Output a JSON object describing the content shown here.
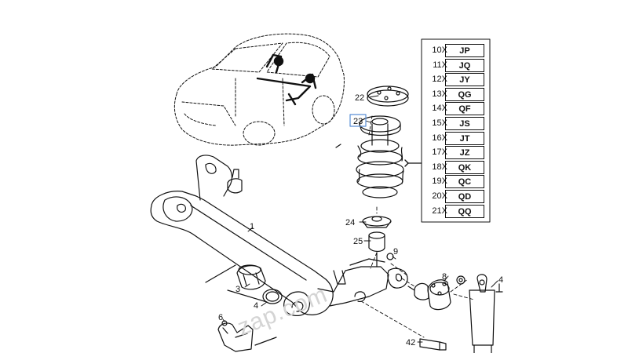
{
  "watermark": "zap.com",
  "callouts": {
    "c1": "1",
    "c3": "3",
    "c4a": "4",
    "c4b": "4",
    "c6": "6",
    "c8": "8",
    "c9": "9",
    "c22": "22",
    "c23": "23",
    "c24": "24",
    "c25": "25",
    "c42": "42"
  },
  "codes": [
    {
      "qty": "10X",
      "code": "JP"
    },
    {
      "qty": "11X",
      "code": "JQ"
    },
    {
      "qty": "12X",
      "code": "JY"
    },
    {
      "qty": "13X",
      "code": "QG"
    },
    {
      "qty": "14X",
      "code": "QF"
    },
    {
      "qty": "15X",
      "code": "JS"
    },
    {
      "qty": "16X",
      "code": "JT"
    },
    {
      "qty": "17X",
      "code": "JZ"
    },
    {
      "qty": "18X",
      "code": "QK"
    },
    {
      "qty": "19X",
      "code": "QC"
    },
    {
      "qty": "20X",
      "code": "QD"
    },
    {
      "qty": "21X",
      "code": "QQ"
    }
  ],
  "colors": {
    "line": "#111111",
    "highlight": "#5b8fd6",
    "watermark": "#d4d4d4"
  }
}
